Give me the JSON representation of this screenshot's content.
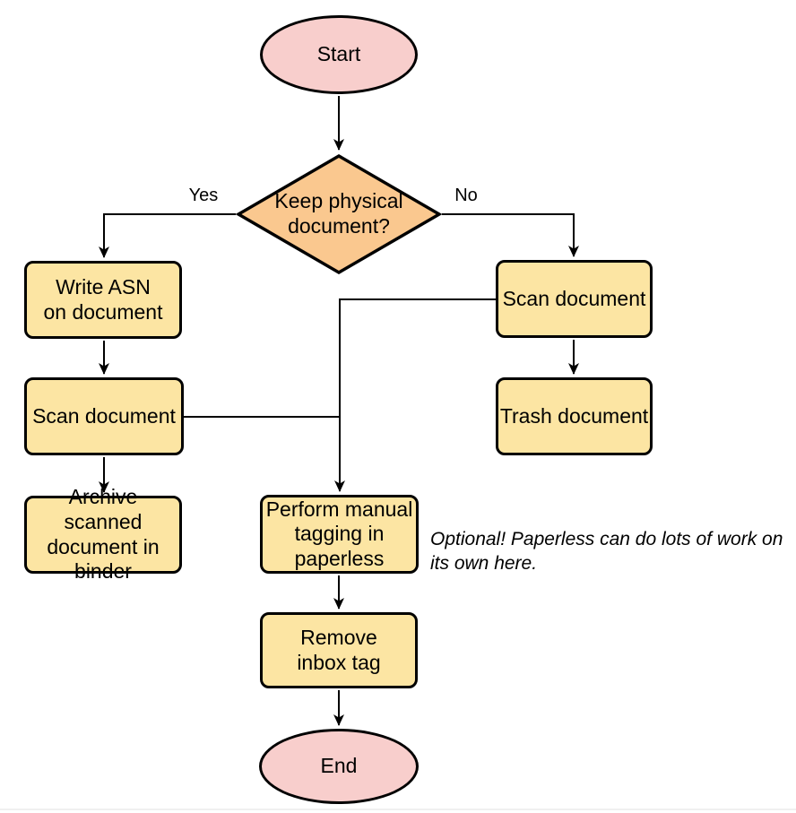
{
  "diagram": {
    "nodes": {
      "start": {
        "label": "Start",
        "type": "terminal"
      },
      "decision": {
        "label": "Keep physical\ndocument?",
        "type": "decision"
      },
      "write_asn": {
        "label": "Write ASN\non document",
        "type": "process"
      },
      "scan_left": {
        "label": "Scan document",
        "type": "process"
      },
      "archive": {
        "label": "Archive scanned\ndocument in\nbinder",
        "type": "process"
      },
      "scan_right": {
        "label": "Scan document",
        "type": "process"
      },
      "trash": {
        "label": "Trash document",
        "type": "process"
      },
      "tagging": {
        "label": "Perform manual\ntagging in\npaperless",
        "type": "process"
      },
      "remove_inbox": {
        "label": "Remove\ninbox tag",
        "type": "process"
      },
      "end": {
        "label": "End",
        "type": "terminal"
      }
    },
    "edge_labels": {
      "yes": "Yes",
      "no": "No"
    },
    "annotation": "Optional! Paperless can do lots of work on\nits own here.",
    "colors": {
      "terminal_fill": "#f8cecc",
      "decision_fill": "#fac88f",
      "process_fill": "#fce5a3",
      "stroke": "#000000"
    }
  }
}
